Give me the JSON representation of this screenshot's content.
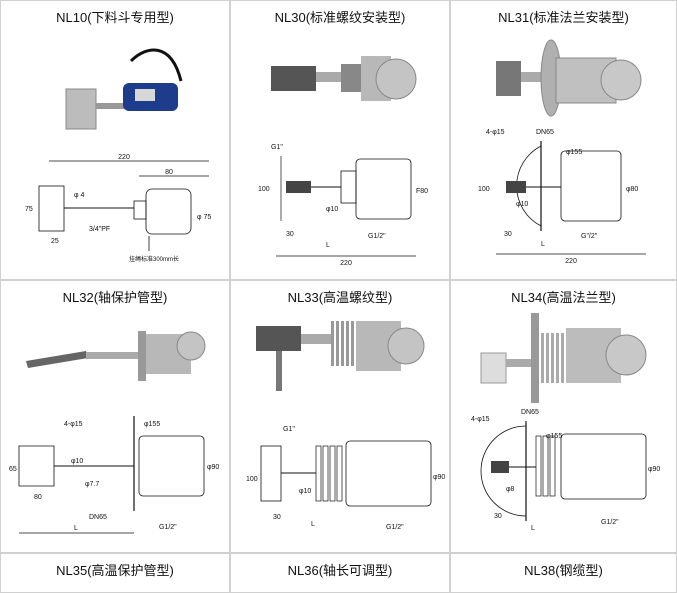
{
  "products": [
    {
      "title": "NL10(下料斗专用型)",
      "dims": {
        "d1": "220",
        "d2": "80",
        "d3": "φ 4",
        "d4": "75",
        "d5": "φ 75",
        "d6": "25",
        "thread": "3/4\"PF",
        "note": "挂绳标准300mm长"
      }
    },
    {
      "title": "NL30(标准螺纹安装型)",
      "dims": {
        "g1": "G1\"",
        "h": "100",
        "phi": "φ10",
        "w": "30",
        "l": "L",
        "f": "F80",
        "g2": "G1/2\"",
        "total": "220"
      }
    },
    {
      "title": "NL31(标准法兰安装型)",
      "dims": {
        "holes": "4-φ15",
        "dn": "DN65",
        "phi155": "φ155",
        "h": "100",
        "phi": "φ10",
        "w": "30",
        "l": "L",
        "phi80": "φ80",
        "g2": "G\"/2\"",
        "total": "220"
      }
    },
    {
      "title": "NL32(轴保护管型)",
      "dims": {
        "holes": "4-φ15",
        "phi155": "φ155",
        "h": "65",
        "phi10": "φ10",
        "phi77": "φ7.7",
        "w": "80",
        "dn": "DN65",
        "l": "L",
        "phi90": "φ90",
        "g2": "G1/2\""
      }
    },
    {
      "title": "NL33(高温螺纹型)",
      "dims": {
        "g1": "G1\"",
        "h": "100",
        "phi": "φ10",
        "w": "30",
        "l": "L",
        "phi90": "φ90",
        "g2": "G1/2\""
      }
    },
    {
      "title": "NL34(高温法兰型)",
      "dims": {
        "holes": "4-φ15",
        "dn": "DN65",
        "phi155": "φ155",
        "phi8": "φ8",
        "w": "30",
        "l": "L",
        "phi90": "φ90",
        "g2": "G1/2\""
      }
    },
    {
      "title": "NL35(高温保护管型)"
    },
    {
      "title": "NL36(轴长可调型)"
    },
    {
      "title": "NL38(钢缆型)"
    }
  ],
  "colors": {
    "border": "#d0d0d0",
    "body_gray": "#9a9a9a",
    "label_blue": "#1e3c8c",
    "paddle": "#b8b8b8"
  }
}
